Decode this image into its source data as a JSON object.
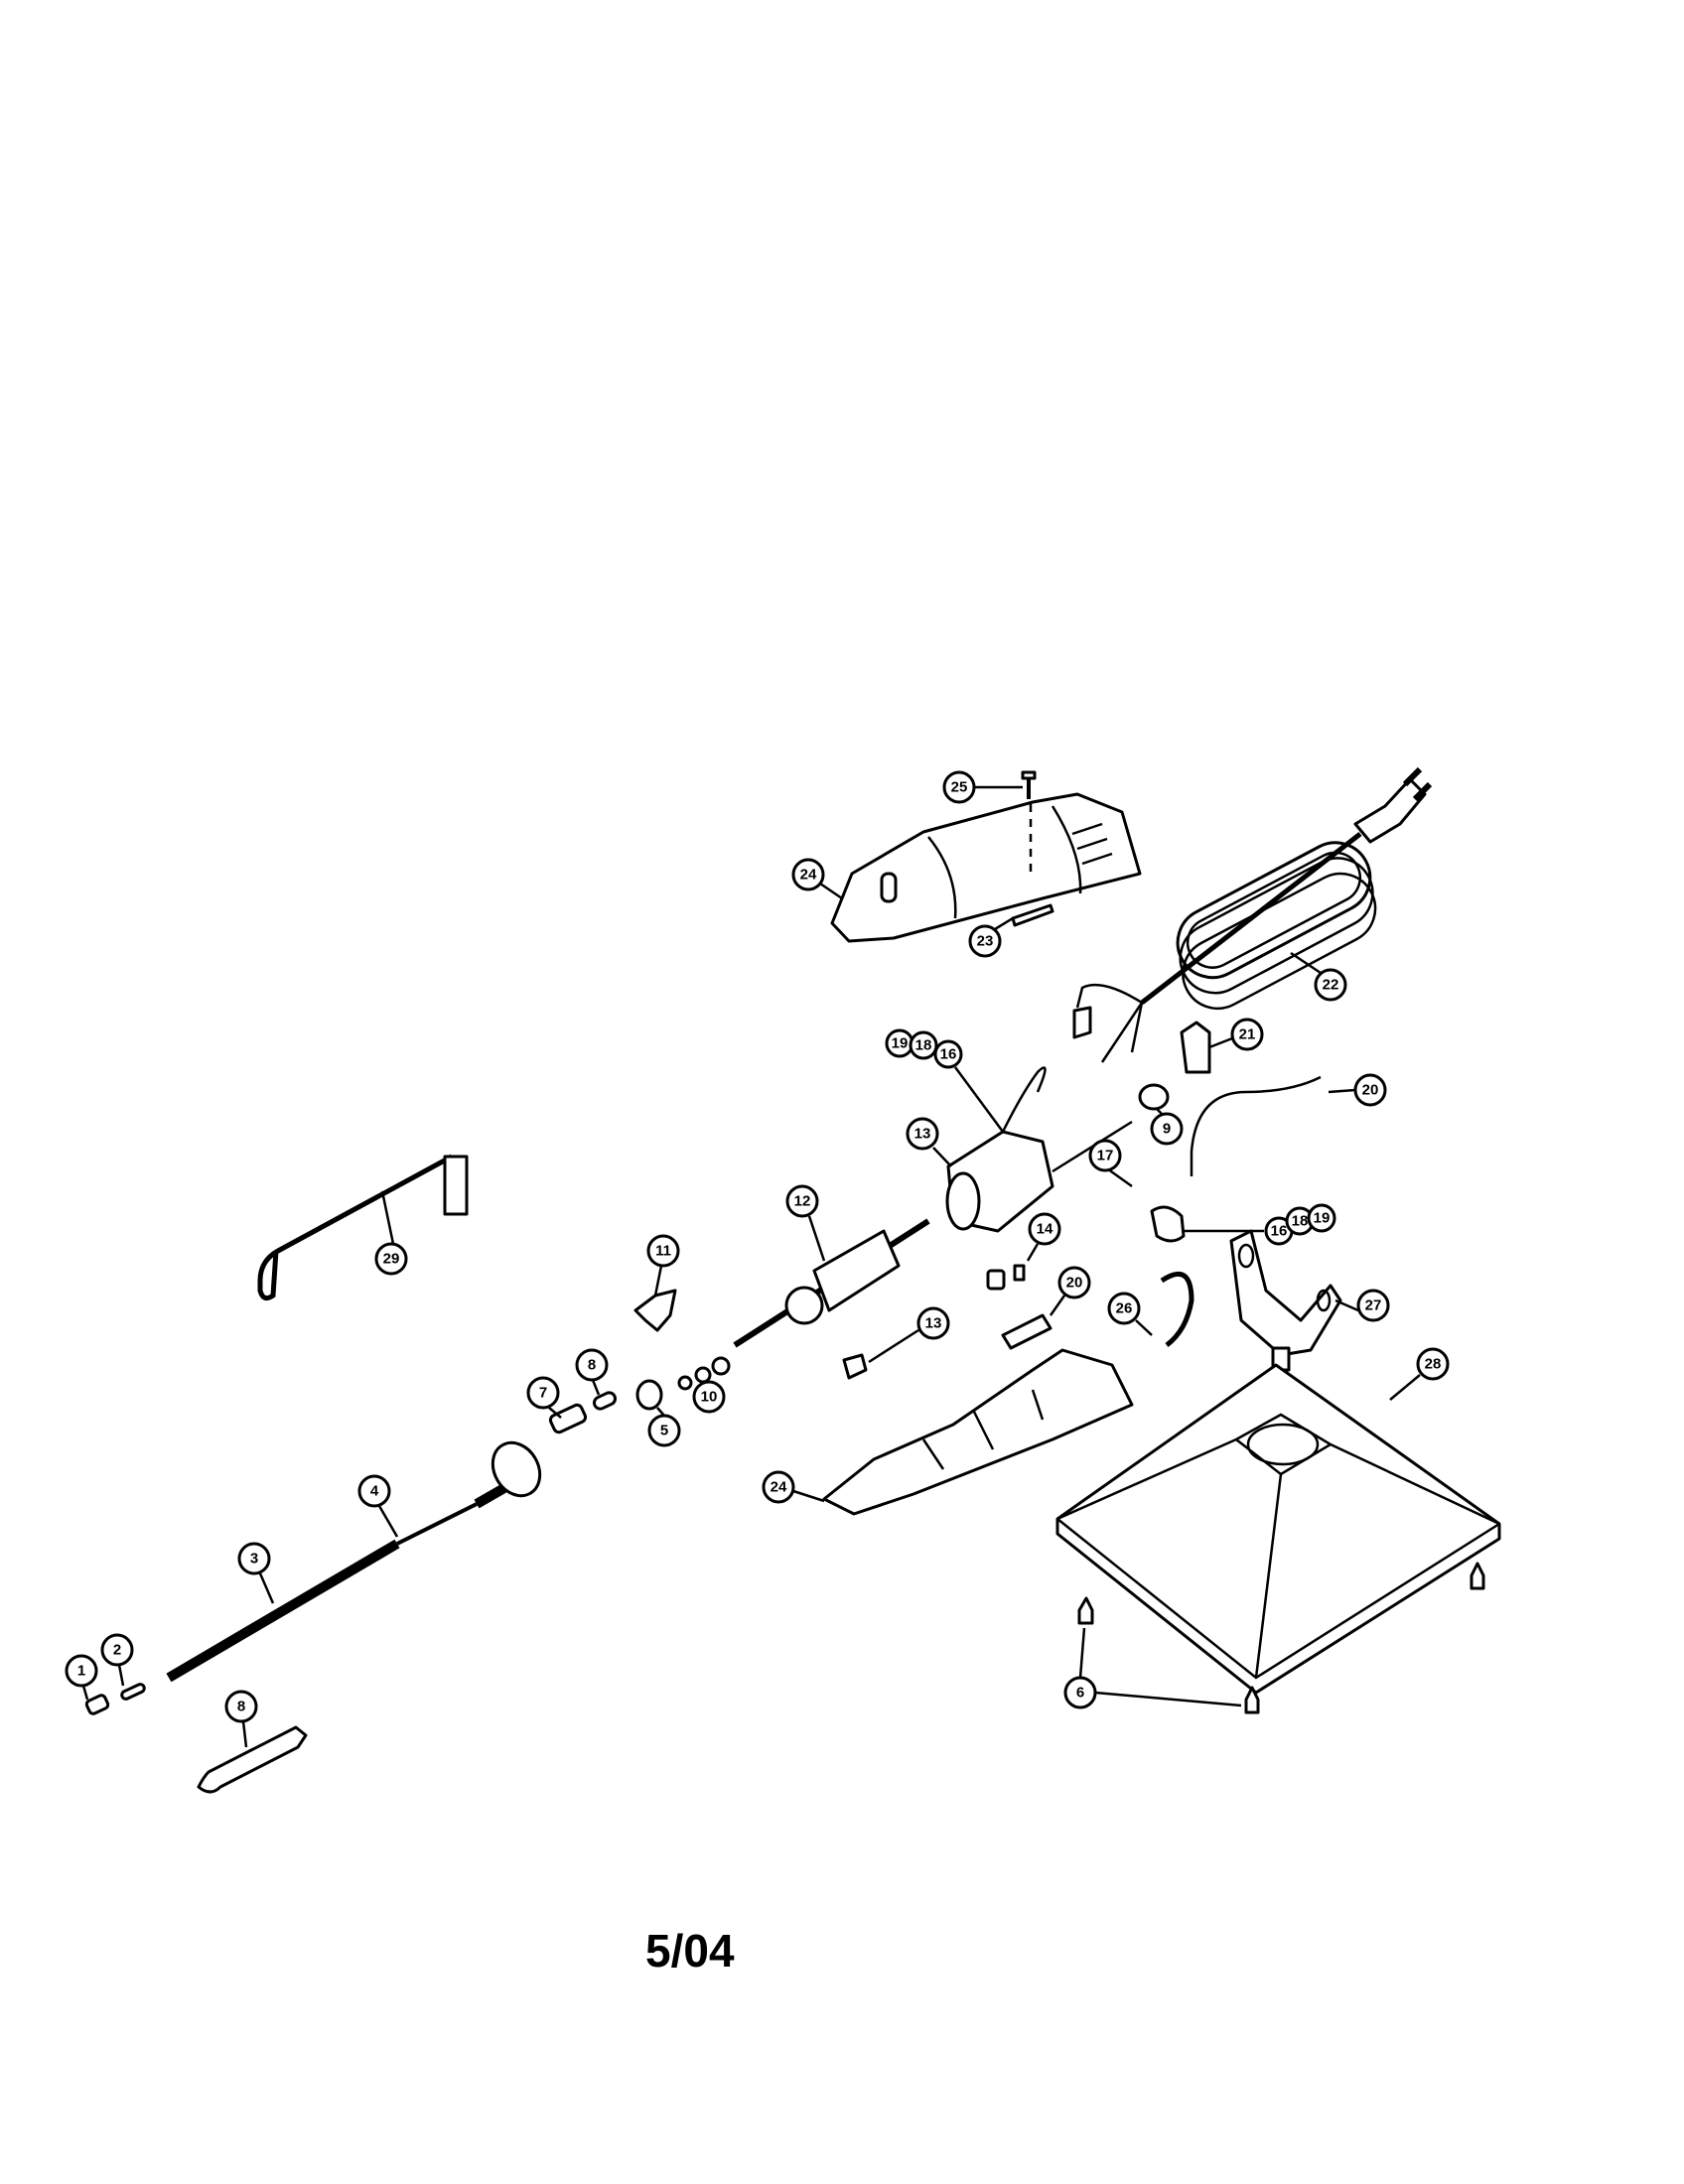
{
  "diagram": {
    "type": "exploded parts diagram",
    "callouts": [
      {
        "id": "c25",
        "label": "25"
      },
      {
        "id": "c24a",
        "label": "24"
      },
      {
        "id": "c23",
        "label": "23"
      },
      {
        "id": "c22",
        "label": "22"
      },
      {
        "id": "c19a",
        "label": "19"
      },
      {
        "id": "c18a",
        "label": "18"
      },
      {
        "id": "c16a",
        "label": "16"
      },
      {
        "id": "c21",
        "label": "21"
      },
      {
        "id": "c9",
        "label": "9"
      },
      {
        "id": "c20a",
        "label": "20"
      },
      {
        "id": "c13a",
        "label": "13"
      },
      {
        "id": "c17",
        "label": "17"
      },
      {
        "id": "c12",
        "label": "12"
      },
      {
        "id": "c14",
        "label": "14"
      },
      {
        "id": "c16b",
        "label": "16"
      },
      {
        "id": "c18b",
        "label": "18"
      },
      {
        "id": "c19b",
        "label": "19"
      },
      {
        "id": "c29",
        "label": "29"
      },
      {
        "id": "c11",
        "label": "11"
      },
      {
        "id": "c20b",
        "label": "20"
      },
      {
        "id": "c26",
        "label": "26"
      },
      {
        "id": "c27",
        "label": "27"
      },
      {
        "id": "c28",
        "label": "28"
      },
      {
        "id": "c13b",
        "label": "13"
      },
      {
        "id": "c8a",
        "label": "8"
      },
      {
        "id": "c7",
        "label": "7"
      },
      {
        "id": "c10",
        "label": "10"
      },
      {
        "id": "c5",
        "label": "5"
      },
      {
        "id": "c24b",
        "label": "24"
      },
      {
        "id": "c4",
        "label": "4"
      },
      {
        "id": "c3",
        "label": "3"
      },
      {
        "id": "c2",
        "label": "2"
      },
      {
        "id": "c1",
        "label": "1"
      },
      {
        "id": "c8b",
        "label": "8"
      },
      {
        "id": "c6",
        "label": "6"
      }
    ]
  },
  "footer": {
    "date_code": "5/04"
  }
}
